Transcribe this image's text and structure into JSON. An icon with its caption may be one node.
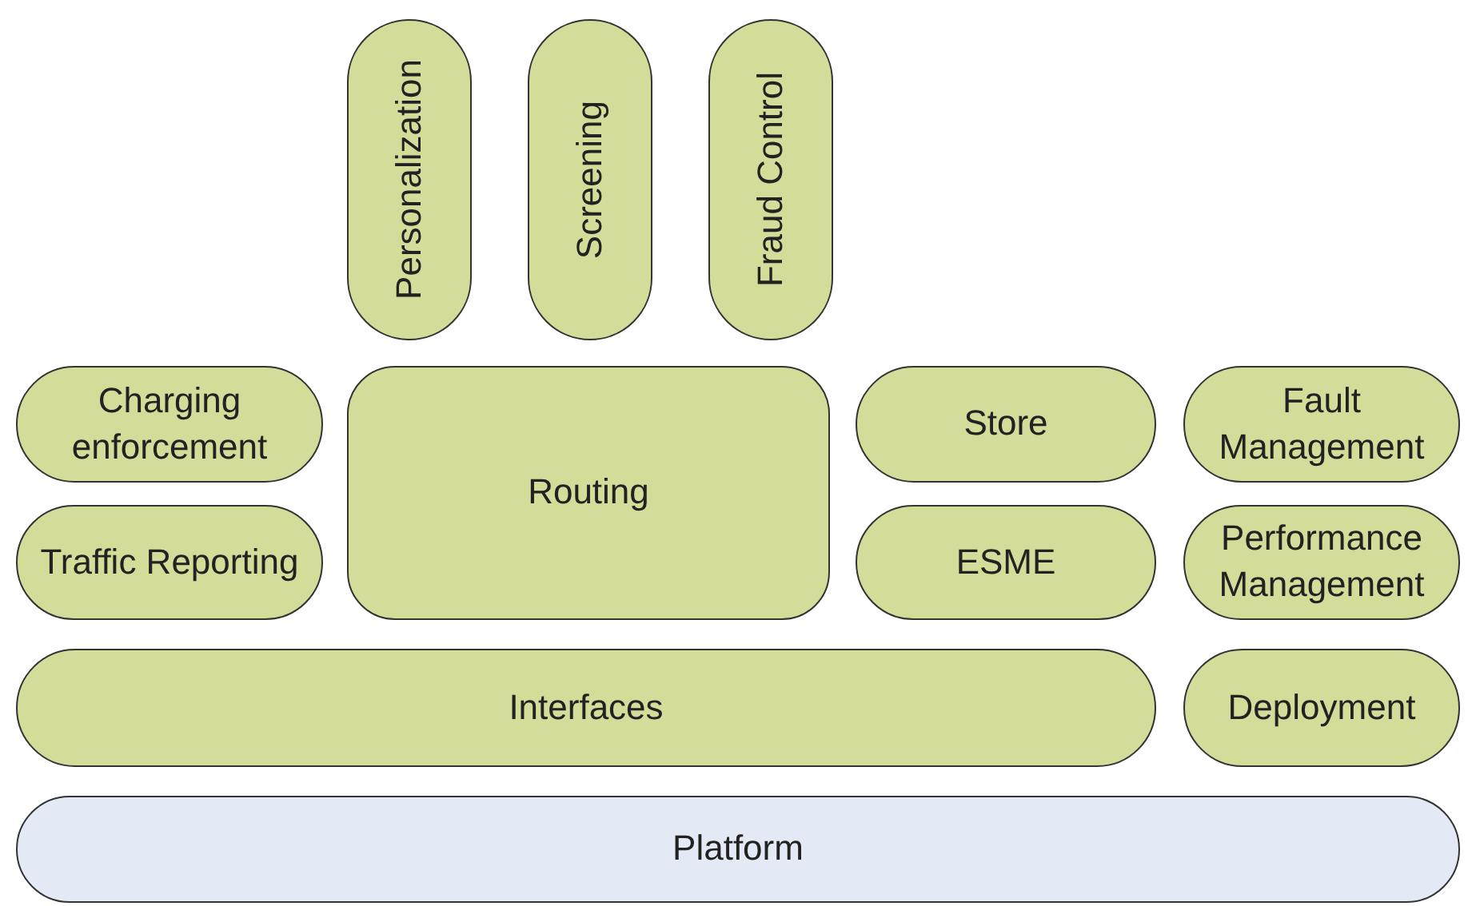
{
  "diagram": {
    "nodes": [
      {
        "text": [
          "Personalization"
        ]
      },
      {
        "text": [
          "Screening"
        ]
      },
      {
        "text": [
          "Fraud Control"
        ]
      },
      {
        "text": [
          "Charging enforcement"
        ]
      },
      {
        "text": [
          "Routing"
        ]
      },
      {
        "text": [
          "Store"
        ]
      },
      {
        "text": [
          "Fault Management"
        ]
      },
      {
        "text": [
          "Traffic Reporting"
        ]
      },
      {
        "text": [
          "ESME"
        ]
      },
      {
        "text": [
          "Performance Management"
        ]
      },
      {
        "text": [
          "Interfaces"
        ]
      },
      {
        "text": [
          "Deployment"
        ]
      },
      {
        "text": [
          "Platform"
        ]
      }
    ]
  }
}
